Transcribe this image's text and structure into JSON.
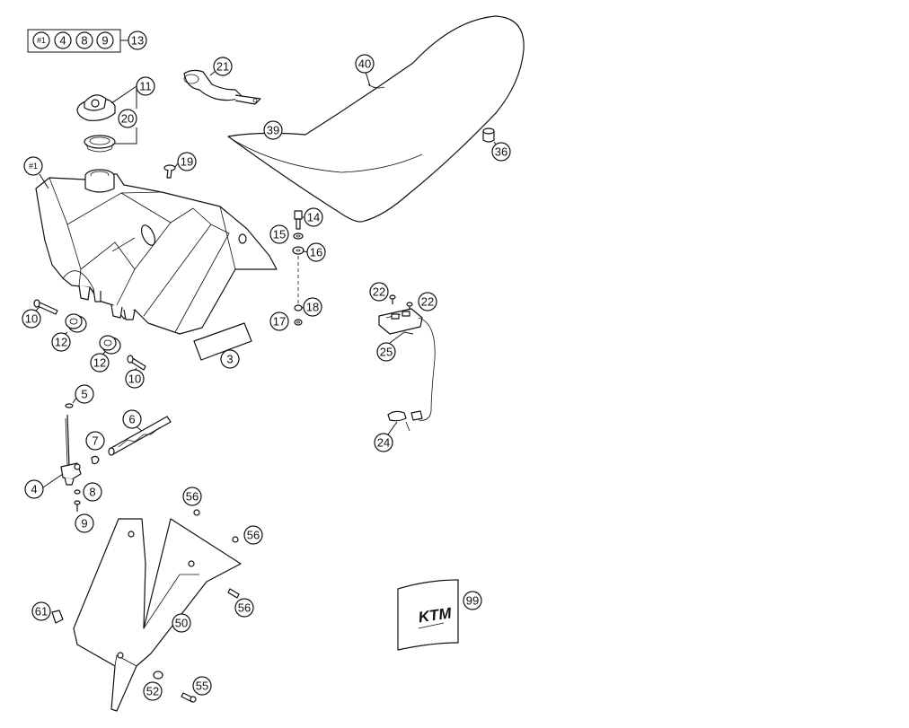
{
  "kit": {
    "items": [
      "#1",
      "4",
      "8",
      "9"
    ],
    "label": "13"
  },
  "callouts": {
    "c1": "#1",
    "c3": "3",
    "c4": "4",
    "c5": "5",
    "c6": "6",
    "c7": "7",
    "c8": "8",
    "c9": "9",
    "c10a": "10",
    "c10b": "10",
    "c11": "11",
    "c12a": "12",
    "c12b": "12",
    "c14": "14",
    "c15": "15",
    "c16": "16",
    "c17": "17",
    "c18": "18",
    "c19": "19",
    "c20": "20",
    "c21": "21",
    "c22a": "22",
    "c22b": "22",
    "c24": "24",
    "c25": "25",
    "c36": "36",
    "c39": "39",
    "c40": "40",
    "c50": "50",
    "c52": "52",
    "c55": "55",
    "c56a": "56",
    "c56b": "56",
    "c56c": "56",
    "c61": "61",
    "c99": "99"
  },
  "logo_text": "KTM"
}
